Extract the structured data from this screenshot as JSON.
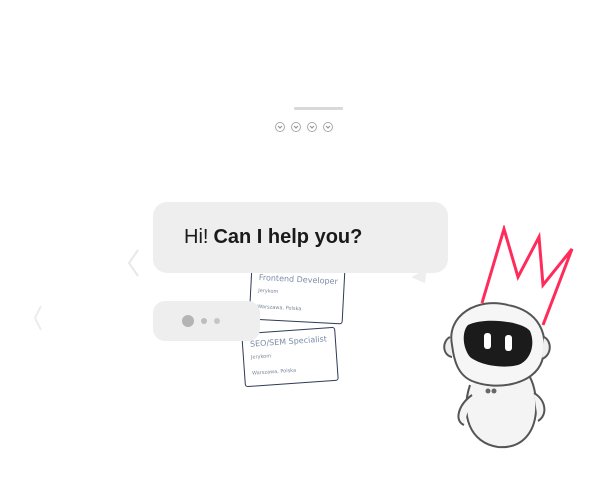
{
  "bubble": {
    "greeting": "Hi!",
    "question": "Can I help you?"
  },
  "cards": [
    {
      "title": "Frontend Developer",
      "company": "Jerykom",
      "location": "Warszawa, Polska"
    },
    {
      "title": "SEO/SEM Specialist",
      "company": "Jerykom",
      "location": "Warszawa, Polska"
    }
  ],
  "icons": {
    "pager_dots": [
      "chevron-down-icon",
      "chevron-down-icon",
      "chevron-down-icon",
      "chevron-down-icon"
    ],
    "mascot": "robot-icon",
    "crown": "crown-icon"
  },
  "colors": {
    "bubble_bg": "#eeeeee",
    "crown": "#ff2b5a",
    "card_border": "#2f3a55"
  }
}
